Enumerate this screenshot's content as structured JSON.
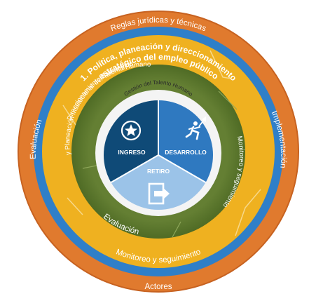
{
  "diagram": {
    "outer_ring_top": "Reglas jurídicas y técnicas",
    "outer_ring_bottom": "Actores",
    "yellow_ring_top_line1": "1. Política, planeación y direccionamiento",
    "yellow_ring_top_line2": "estratégico del empleo público",
    "yellow_ring_left": "Evaluación",
    "yellow_ring_right": "Implementación",
    "yellow_ring_bottom": "Monitoreo y seguimiento",
    "green_ring_top_line1": "Direccionamiento Estratégico",
    "green_ring_top_line2": "y Planeación Institucional del Talento Humano",
    "green_ring_right": "Monitoreo y seguimiento",
    "green_ring_bottom": "Evaluación",
    "inner_ring_title": "Gestión del Talento Humano",
    "segment_ingreso": "INGRESO",
    "segment_desarrollo": "DESARROLLO",
    "segment_retiro": "RETIRO",
    "icons": {
      "ingreso": "star-badge-icon",
      "desarrollo": "runner-arrow-icon",
      "retiro": "exit-door-icon"
    },
    "colors": {
      "outer_orange": "#e07a2e",
      "blue_ring": "#2f7fc8",
      "yellow_ring": "#efb120",
      "green_ring": "#5d7a2e",
      "white_ring": "#f4f4f4",
      "ingreso": "#0f4a77",
      "desarrollo": "#2f79c0",
      "retiro": "#9bc3e8"
    }
  }
}
